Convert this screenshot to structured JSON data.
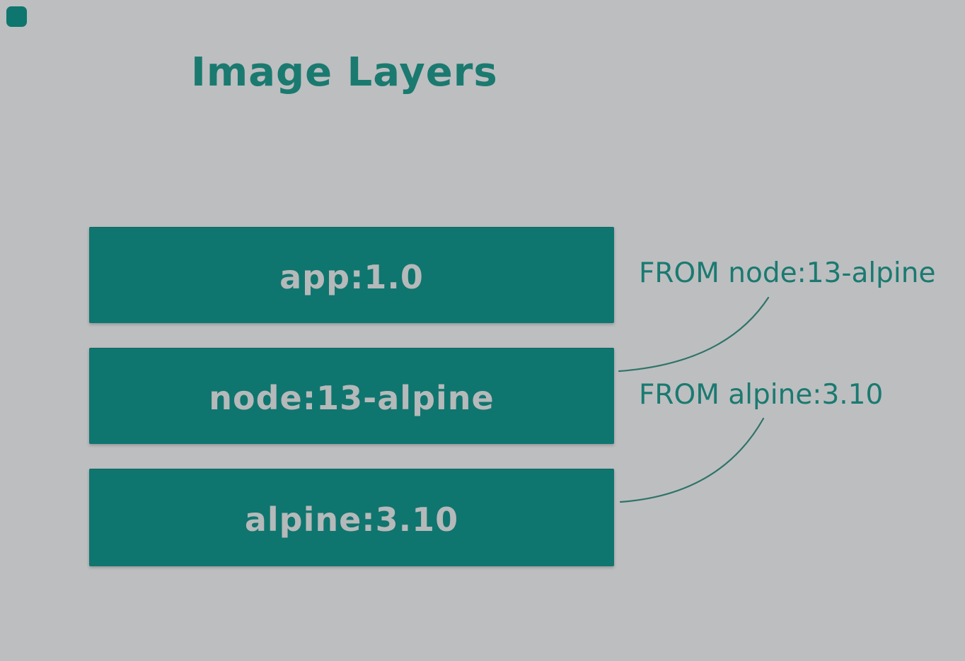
{
  "title": "Image Layers",
  "layers": [
    {
      "label": "app:1.0"
    },
    {
      "label": "node:13-alpine"
    },
    {
      "label": "alpine:3.10"
    }
  ],
  "annotations": [
    {
      "text": "FROM node:13-alpine",
      "points_to_gap_between": [
        "app:1.0",
        "node:13-alpine"
      ]
    },
    {
      "text": "FROM alpine:3.10",
      "points_to_gap_between": [
        "node:13-alpine",
        "alpine:3.10"
      ]
    }
  ],
  "colors": {
    "background": "#bdbec0",
    "layer_fill": "#0f756f",
    "accent_text": "#1a7a70",
    "layer_label": "#b5b9b9",
    "curve": "#2f7469"
  }
}
